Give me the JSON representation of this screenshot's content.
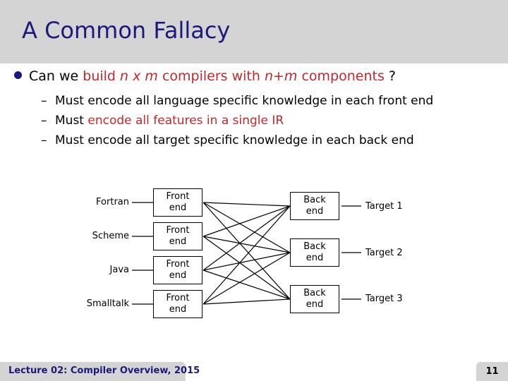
{
  "slide": {
    "title": "A Common Fallacy",
    "bullet": {
      "prefix": "Can we ",
      "highlight_a": "build ",
      "var_n": "n",
      "x_text": " x ",
      "var_m": "m",
      "highlight_b": " compilers with ",
      "var_nm": "n+m",
      "highlight_c": " components",
      "suffix": " ?"
    },
    "subbullets": [
      {
        "dash": "–",
        "plain": "Must encode all language specific knowledge in each front end",
        "red": "",
        "tail": ""
      },
      {
        "dash": "–",
        "plain": "Must ",
        "red": "encode all features in a single IR",
        "tail": ""
      },
      {
        "dash": "–",
        "plain": "Must encode all target specific knowledge in each back end",
        "red": "",
        "tail": ""
      }
    ]
  },
  "diagram": {
    "languages": [
      "Fortran",
      "Scheme",
      "Java",
      "Smalltalk"
    ],
    "front_end_label": [
      "Front",
      "end"
    ],
    "back_end_label": [
      "Back",
      "end"
    ],
    "targets": [
      "Target 1",
      "Target 2",
      "Target 3"
    ]
  },
  "footer": {
    "lecture": "Lecture 02: Compiler Overview, 2015",
    "page": "11"
  },
  "colors": {
    "title": "#1a1a7a",
    "highlight": "#c0282c",
    "bar": "#d4d4d4"
  }
}
